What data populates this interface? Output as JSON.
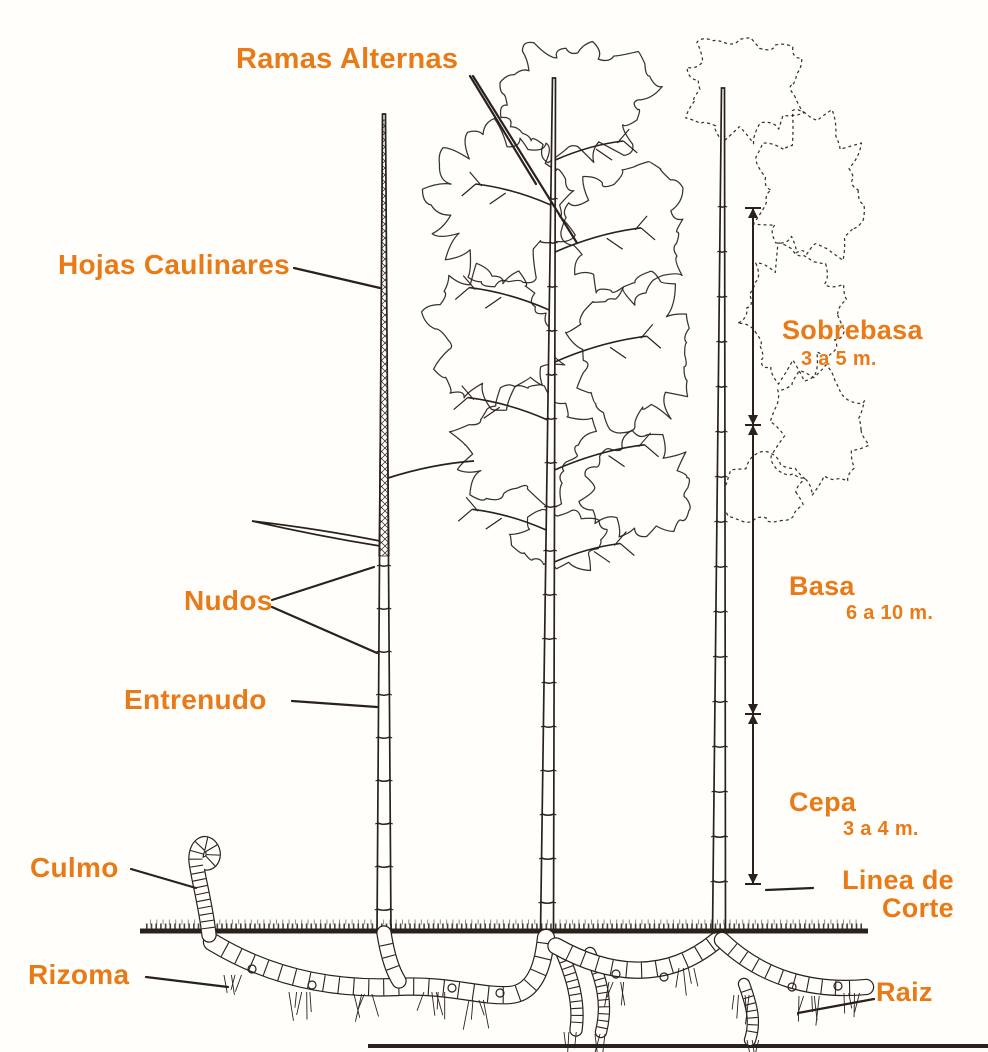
{
  "palette": {
    "ink": "#2a211a",
    "label": "#e87a17",
    "paper": "#fffefb"
  },
  "labels": {
    "ramas_alternas": "Ramas Alternas",
    "hojas_caulinares": "Hojas Caulinares",
    "nudos": "Nudos",
    "entrenudo": "Entrenudo",
    "culmo": "Culmo",
    "rizoma": "Rizoma",
    "raiz": "Raiz",
    "linea_de_corte": "Linea de Corte"
  },
  "sections": {
    "sobrebasa": {
      "name": "Sobrebasa",
      "range": "3 a 5 m."
    },
    "basa": {
      "name": "Basa",
      "range": "6 a 10 m."
    },
    "cepa": {
      "name": "Cepa",
      "range": "3 a 4 m."
    }
  }
}
